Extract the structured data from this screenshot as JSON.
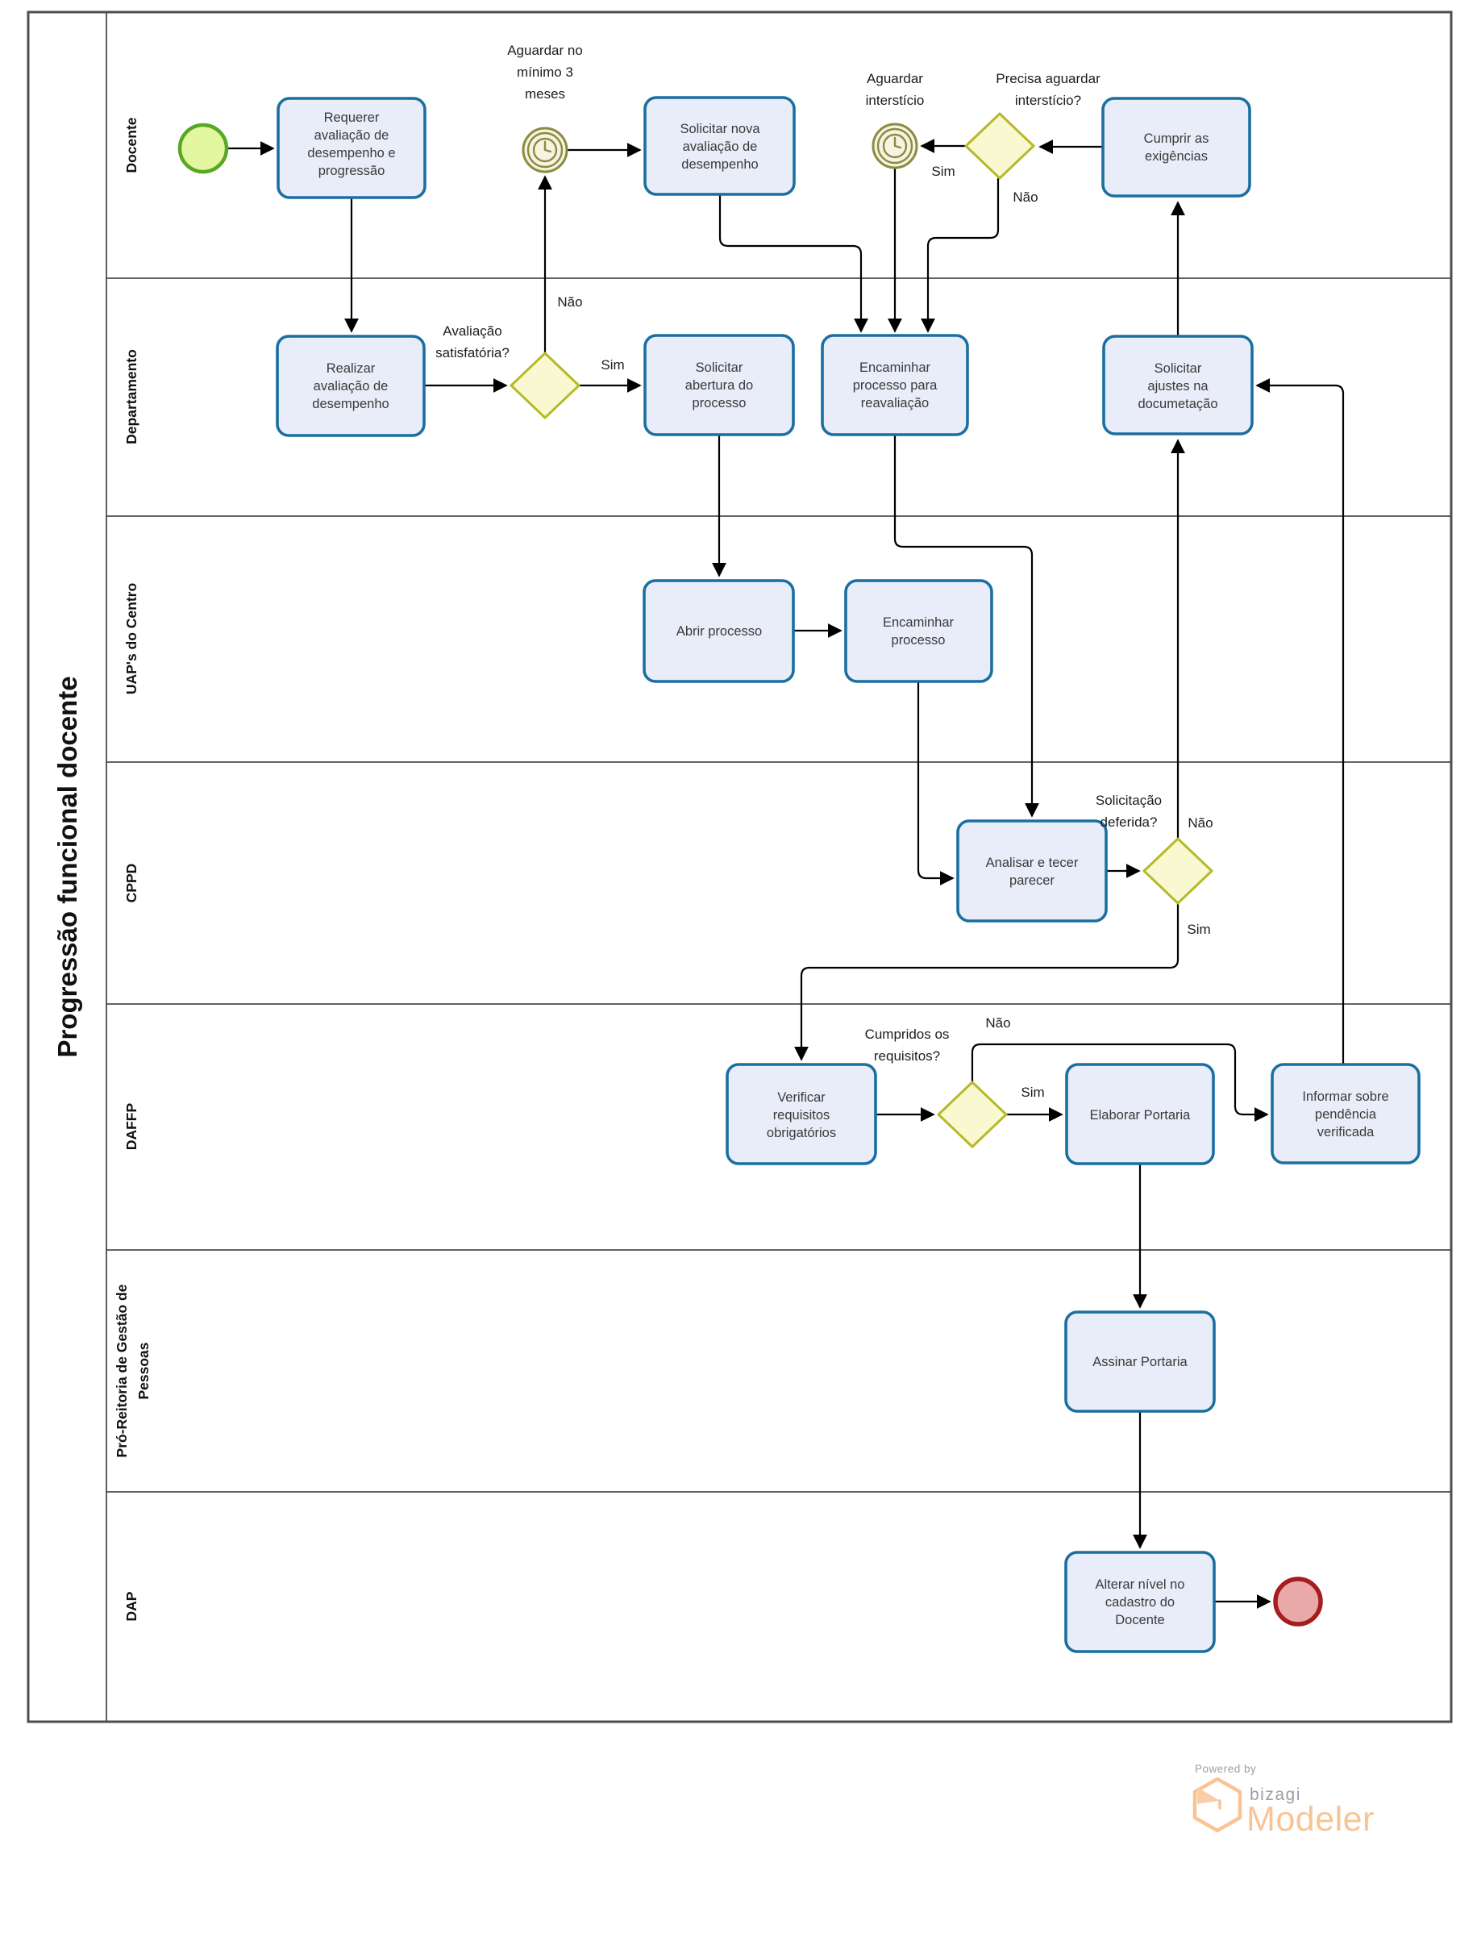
{
  "pool": {
    "title": "Progressão funcional docente"
  },
  "lanes": [
    {
      "label": "Docente"
    },
    {
      "label": "Departamento"
    },
    {
      "label": "UAP's do Centro"
    },
    {
      "label": "CPPD"
    },
    {
      "label": "DAFFP"
    },
    {
      "label": "Pró-Reitoria de Gestão de",
      "label2": "Pessoas"
    },
    {
      "label": "DAP"
    }
  ],
  "tasks": {
    "requerer": {
      "lines": [
        "Requerer",
        "avaliação de",
        "desempenho e",
        "progressão"
      ]
    },
    "solicitar_nova": {
      "lines": [
        "Solicitar nova",
        "avaliação de",
        "desempenho"
      ]
    },
    "cumprir": {
      "lines": [
        "Cumprir as",
        "exigências"
      ]
    },
    "realizar": {
      "lines": [
        "Realizar",
        "avaliação de",
        "desempenho"
      ]
    },
    "abertura": {
      "lines": [
        "Solicitar",
        "abertura do",
        "processo"
      ]
    },
    "reavaliacao": {
      "lines": [
        "Encaminhar",
        "processo para",
        "reavaliação"
      ]
    },
    "ajustes": {
      "lines": [
        "Solicitar",
        "ajustes na",
        "documetação"
      ]
    },
    "abrir": {
      "lines": [
        "Abrir processo"
      ]
    },
    "encaminhar": {
      "lines": [
        "Encaminhar",
        "processo"
      ]
    },
    "analisar": {
      "lines": [
        "Analisar e tecer",
        "parecer"
      ]
    },
    "verificar": {
      "lines": [
        "Verificar",
        "requisitos",
        "obrigatórios"
      ]
    },
    "elaborar": {
      "lines": [
        "Elaborar Portaria"
      ]
    },
    "informar": {
      "lines": [
        "Informar sobre",
        "pendência",
        "verificada"
      ]
    },
    "assinar": {
      "lines": [
        "Assinar Portaria"
      ]
    },
    "alterar": {
      "lines": [
        "Alterar nível no",
        "cadastro do",
        "Docente"
      ]
    }
  },
  "gateways": {
    "precisa": {
      "label_lines": [
        "Precisa aguardar",
        "interstício?"
      ]
    },
    "avaliacao": {
      "label_lines": [
        "Avaliação",
        "satisfatória?"
      ]
    },
    "deferida": {
      "label_lines": [
        "Solicitação",
        "deferida?"
      ]
    },
    "cumpridos": {
      "label_lines": [
        "Cumpridos os",
        "requisitos?"
      ]
    }
  },
  "timers": {
    "minimo": {
      "label_lines": [
        "Aguardar no",
        "mínimo 3",
        "meses"
      ]
    },
    "intersticio": {
      "label_lines": [
        "Aguardar",
        "interstício"
      ]
    }
  },
  "edge_labels": {
    "sim": "Sim",
    "nao": "Não"
  },
  "logo": {
    "powered_by": "Powered by",
    "brand": "bizagi",
    "product": "Modeler"
  },
  "colors": {
    "task_fill": "#e9edfa",
    "task_border": "#1b6fa0",
    "gateway_fill": "#f9f8d0",
    "gateway_border": "#b5ba2a",
    "timer_stroke": "#8a8c3f",
    "timer_fill": "#f7f3e2",
    "start_fill": "#e3f7a1",
    "start_border": "#58a826",
    "end_fill": "#eaa9a9",
    "end_border": "#a51d1d",
    "logo_orange": "#f9c494",
    "logo_fold": "#f9cda6",
    "logo_gray": "#9aa0a5"
  }
}
